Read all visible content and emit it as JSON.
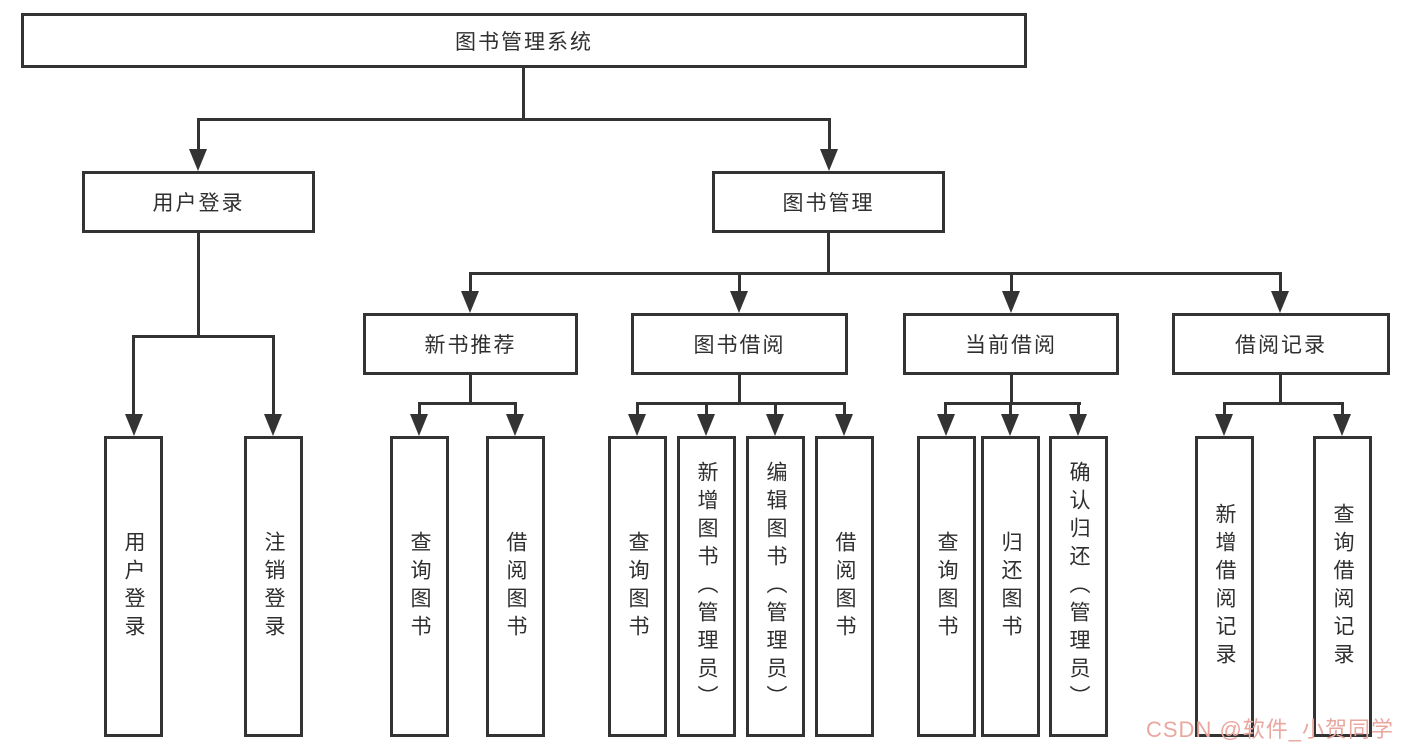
{
  "diagram": {
    "root": {
      "label": "图书管理系统"
    },
    "level2": [
      {
        "label": "用户登录"
      },
      {
        "label": "图书管理"
      }
    ],
    "level3": [
      {
        "label": "新书推荐"
      },
      {
        "label": "图书借阅"
      },
      {
        "label": "当前借阅"
      },
      {
        "label": "借阅记录"
      }
    ],
    "leaves": {
      "user_login": [
        {
          "label": "用户登录"
        },
        {
          "label": "注销登录"
        }
      ],
      "new_book_recommend": [
        {
          "label": "查询图书"
        },
        {
          "label": "借阅图书"
        }
      ],
      "book_borrow": [
        {
          "label": "查询图书"
        },
        {
          "label": "新增图书（管理员）"
        },
        {
          "label": "编辑图书（管理员）"
        },
        {
          "label": "借阅图书"
        }
      ],
      "current_borrow": [
        {
          "label": "查询图书"
        },
        {
          "label": "归还图书"
        },
        {
          "label": "确认归还（管理员）"
        }
      ],
      "borrow_records": [
        {
          "label": "新增借阅记录"
        },
        {
          "label": "查询借阅记录"
        }
      ]
    },
    "watermark": "CSDN @软件_小贺同学",
    "colors": {
      "line": "#333333",
      "text": "#2f2f2f",
      "watermark": "#e9a79f",
      "background": "#ffffff"
    }
  }
}
